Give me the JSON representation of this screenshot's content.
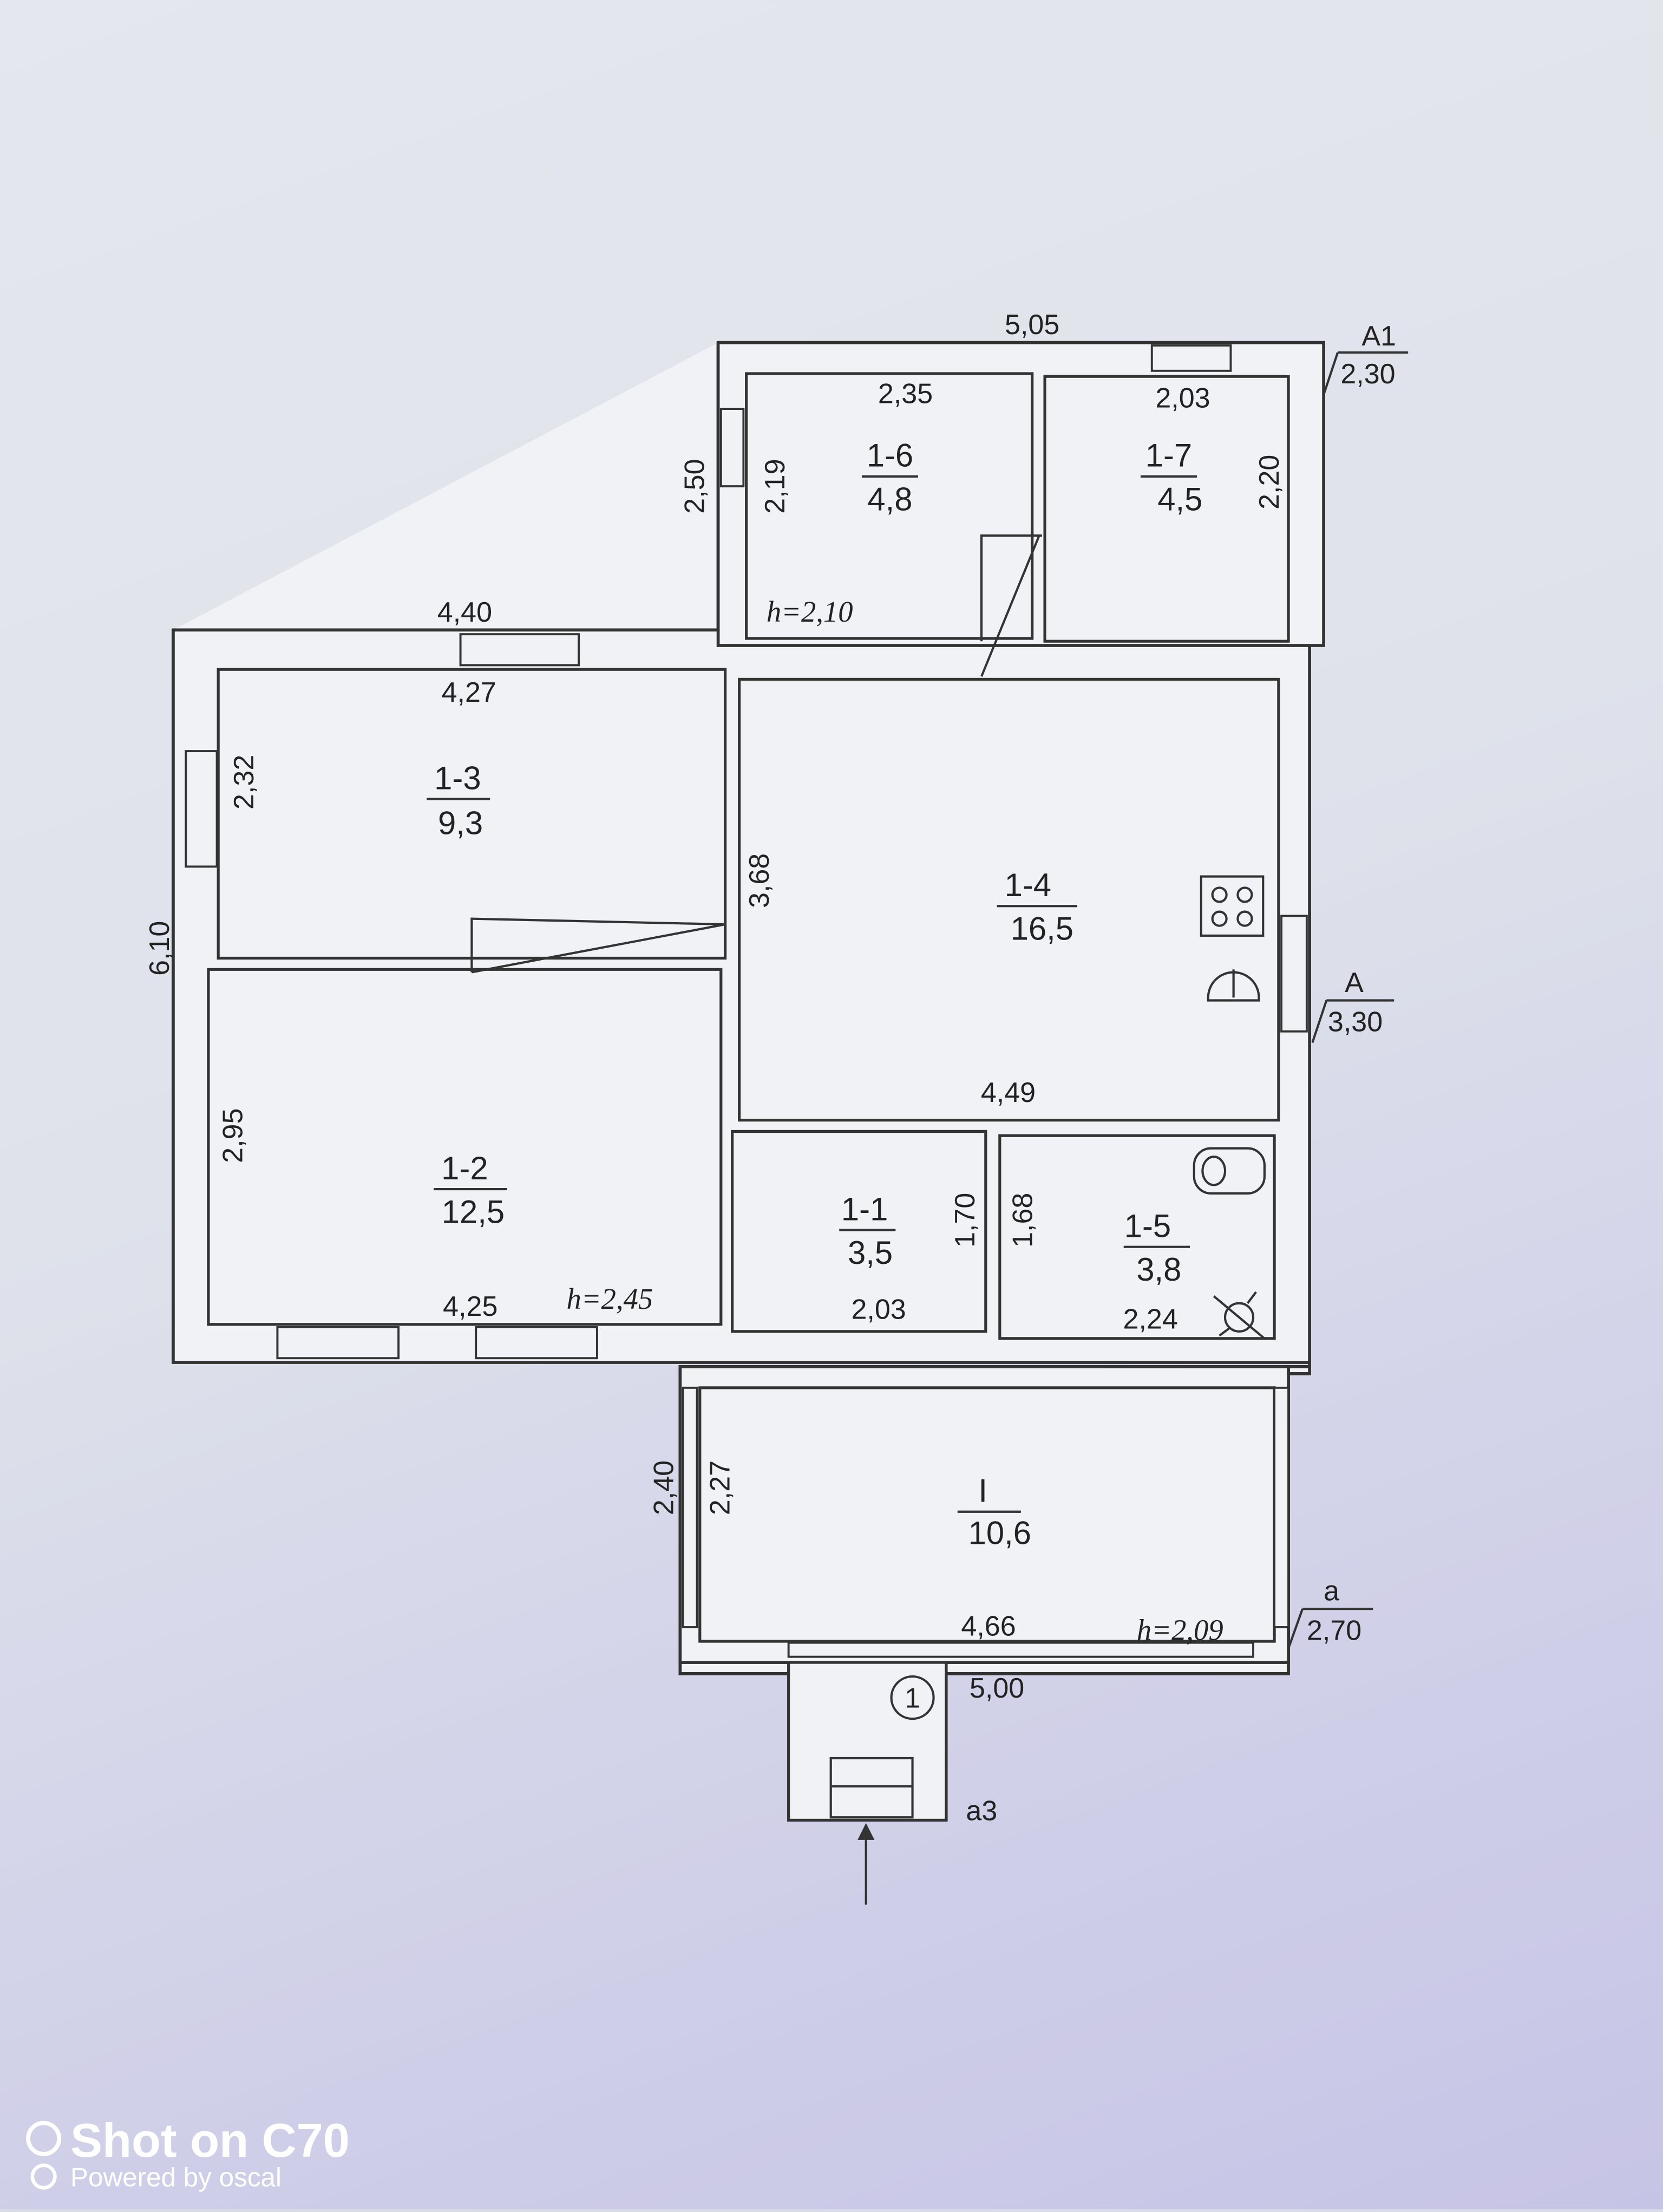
{
  "rooms": [
    {
      "id": "1-1",
      "area": "3,5"
    },
    {
      "id": "1-2",
      "area": "12,5"
    },
    {
      "id": "1-3",
      "area": "9,3"
    },
    {
      "id": "1-4",
      "area": "16,5"
    },
    {
      "id": "1-5",
      "area": "3,8"
    },
    {
      "id": "1-6",
      "area": "4,8"
    },
    {
      "id": "1-7",
      "area": "4,5"
    },
    {
      "id": "I",
      "area": "10,6"
    }
  ],
  "dimensions": {
    "top_annex": "5,05",
    "room_1_6_width": "2,35",
    "room_1_6_height": "2,19",
    "annex_left": "2,50",
    "room_1_7_width": "2,03",
    "room_1_7_height": "2,20",
    "main_top": "4,40",
    "room_1_3_width": "4,27",
    "room_1_3_height": "2,32",
    "main_left": "6,10",
    "room_1_4_height": "3,68",
    "room_1_4_width": "4,49",
    "room_1_2_height": "2,95",
    "room_1_2_width": "4,25",
    "room_1_1_width": "2,03",
    "room_1_1_height": "1,70",
    "room_1_5_height": "1,68",
    "room_1_5_width": "2,24",
    "veranda_outer": "2,40",
    "veranda_inner": "2,27",
    "veranda_width": "4,66",
    "veranda_outer_width": "5,00"
  },
  "heights": {
    "annex": "h=2,10",
    "main": "h=2,45",
    "veranda": "h=2,09"
  },
  "markers": {
    "a1_label": "A1",
    "a1_value": "2,30",
    "a_label": "A",
    "a_value": "3,30",
    "a_small_label": "a",
    "a_small_value": "2,70",
    "a3_label": "a3",
    "entrance_number": "1"
  },
  "watermark": {
    "line1": "Shot on C70",
    "line2": "Powered by oscal"
  }
}
